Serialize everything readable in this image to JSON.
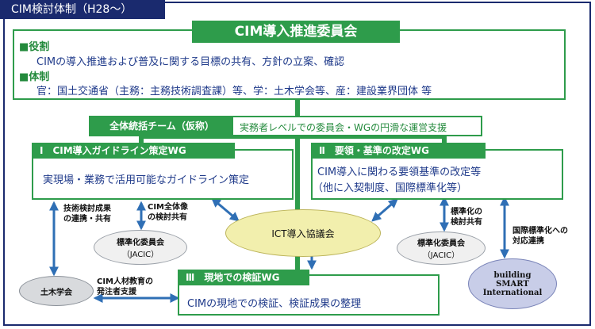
{
  "header": {
    "title": "CIM検討体制（H28～）"
  },
  "committee": {
    "title": "CIM導入推進委員会",
    "role_heading": "■役割",
    "role_text": "CIMの導入推進および普及に関する目標の共有、方針の立案、確認",
    "structure_heading": "■体制",
    "structure_text": "官：国土交通省（主務：主務技術調査課）等、学：土木学会等、産：建設業界団体 等"
  },
  "team": {
    "title": "全体統括チーム（仮称）",
    "text": "実務者レベルでの委員会・WGの円滑な運営支援"
  },
  "wg1": {
    "title": "Ⅰ　CIM導入ガイドライン策定WG",
    "text": "実現場・業務で活用可能なガイドライン策定"
  },
  "wg2": {
    "title": "Ⅱ　要領・基準の改定WG",
    "text1": "CIM導入に関わる要領基準の改定等",
    "text2": "（他に入契制度、国際標準化等）"
  },
  "wg3": {
    "title": "Ⅲ　現地での検証WG",
    "text": "CIMの現地での検証、検証成果の整理"
  },
  "ict": {
    "label": "ICT導入協議会"
  },
  "jacic_left": {
    "line1": "標準化委員会",
    "line2": "（JACIC）"
  },
  "jacic_right": {
    "line1": "標準化委員会",
    "line2": "（JACIC）"
  },
  "doboku": {
    "label": "土木学会"
  },
  "bsi": {
    "line1": "building",
    "line2": "SMART",
    "line3": "International"
  },
  "labels": {
    "tech_share_1": "技術検討成果",
    "tech_share_2": "の連携・共有",
    "cim_image_1": "CIM全体像",
    "cim_image_2": "の検討共有",
    "std_share_1": "標準化の",
    "std_share_2": "検討共有",
    "intl_1": "国際標準化への",
    "intl_2": "対応連携",
    "edu_1": "CIM人材教育の",
    "edu_2": "発注者支援"
  },
  "colors": {
    "navy": "#1a2a6e",
    "green": "#2e9c4b",
    "blue_arrow": "#2f6fb5",
    "ict_fill": "#f2efad"
  }
}
